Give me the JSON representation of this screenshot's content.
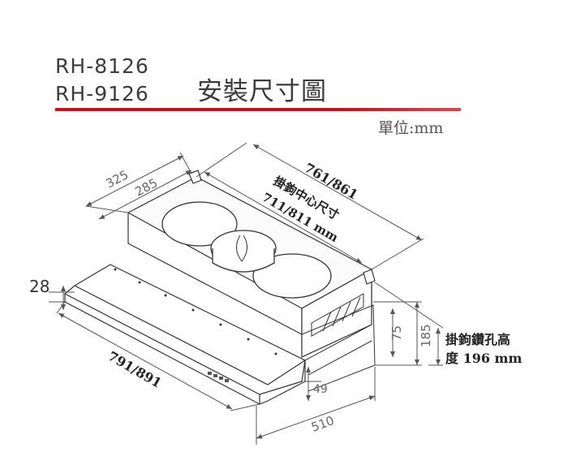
{
  "header": {
    "model_1": "RH-8126",
    "model_2": "RH-9126",
    "title": "安裝尺寸圖",
    "unit": "單位:mm"
  },
  "colors": {
    "accent_line": "#c8101e",
    "line": "#555555",
    "text": "#3c3c3c"
  },
  "dimensions": {
    "depth_outer": "325",
    "depth_inner": "285",
    "width_top": "761/861",
    "hook_center_label": "掛鉤中心尺寸",
    "hook_center": "711/811 mm",
    "front_thickness": "28",
    "width_front": "791/891",
    "height_inner": "75",
    "height_outer": "185",
    "front_offset": "49",
    "depth_bottom": "510"
  },
  "hook_height": {
    "line_1": "掛鉤鑽孔高",
    "line_2": "度 196 mm"
  }
}
